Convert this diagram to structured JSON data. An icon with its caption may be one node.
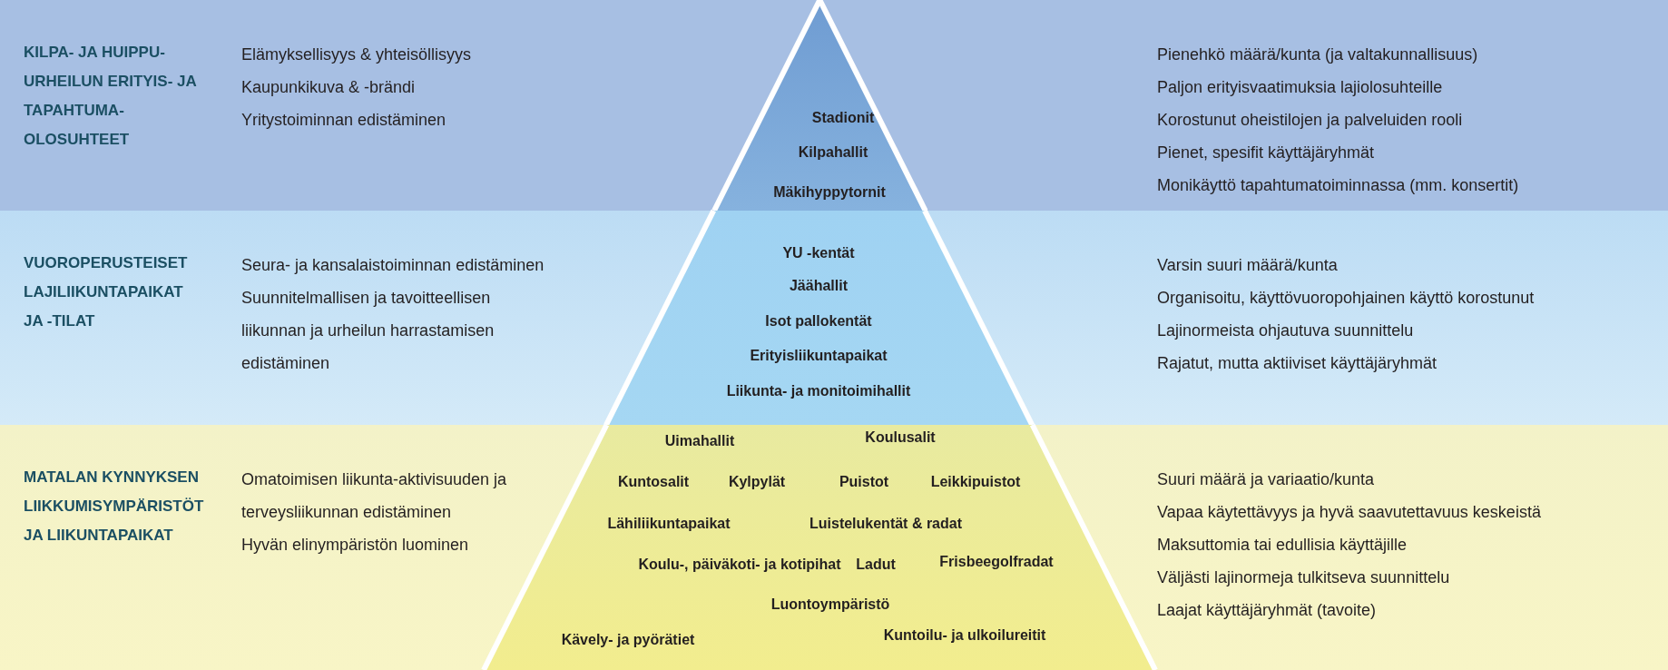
{
  "diagram": {
    "nodes": [
      {
        "text": [
          "KILPA- JA HUIPPU- URHEILUN ERITYIS- JA TAPAHTUMA- OLOSUHTEET",
          "Elämyksellisyys & yhteisöllisyys",
          "Kaupunkikuva & -brändi",
          "Yritystoiminnan edistäminen",
          "Pienehkö määrä/kunta (ja valtakunnallisuus)",
          "Paljon erityisvaatimuksia lajiolosuhteille",
          "Korostunut oheistilojen ja palveluiden rooli",
          "Pienet, spesifit käyttäjäryhmät",
          "Monikäyttö tapahtumatoiminnassa (mm. konsertit)"
        ]
      },
      {
        "text": [
          "VUOROPERUSTEISET LAJILIIKUNTAPAIKAT JA -TILAT",
          "Seura- ja kansalaistoiminnan edistäminen",
          "Suunnitelmallisen ja tavoitteellisen liikunnan ja urheilun harrastamisen edistäminen",
          "Varsin suuri määrä/kunta",
          "Organisoitu, käyttövuoropohjainen käyttö korostunut",
          "Lajinormeista ohjautuva suunnittelu",
          "Rajatut, mutta aktiiviset käyttäjäryhmät"
        ]
      },
      {
        "text": [
          "MATALAN KYNNYKSEN LIIKKUMISYMPÄRISTÖT JA LIIKUNTAPAIKAT",
          "Omatoimisen liikunta-aktivisuuden ja terveysliikunnan edistäminen",
          "Hyvän elinympäristön luominen",
          "Suuri määrä ja variaatio/kunta",
          "Vapaa käytettävyys ja hyvä saavutettavuus keskeistä",
          "Maksuttomia tai edullisia käyttäjille",
          "Väljästi lajinormeja tulkitseva suunnittelu",
          "Laajat käyttäjäryhmät (tavoite)"
        ]
      },
      {
        "text": [
          "Stadionit",
          "Kilpahallit",
          "Mäkihyppytornit"
        ],
        "in": 0
      },
      {
        "text": [
          "YU -kentät",
          "Jäähallit",
          "Isot pallokentät",
          "Erityisliikuntapaikat",
          "Liikunta- ja monitoimihallit"
        ],
        "in": 1
      },
      {
        "text": [
          "Uimahallit",
          "Koulusalit",
          "Kuntosalit",
          "Kylpylät",
          "Puistot",
          "Leikkipuistot",
          "Lähiliikuntapaikat",
          "Luistelukentät & radat",
          "Koulu-, päiväkoti- ja kotipihat",
          "Ladut",
          "Frisbeegolfradat",
          "Luontoympäristö",
          "Kävely- ja pyörätiet",
          "Kuntoilu- ja ulkoilureitit"
        ],
        "in": 2
      }
    ]
  }
}
